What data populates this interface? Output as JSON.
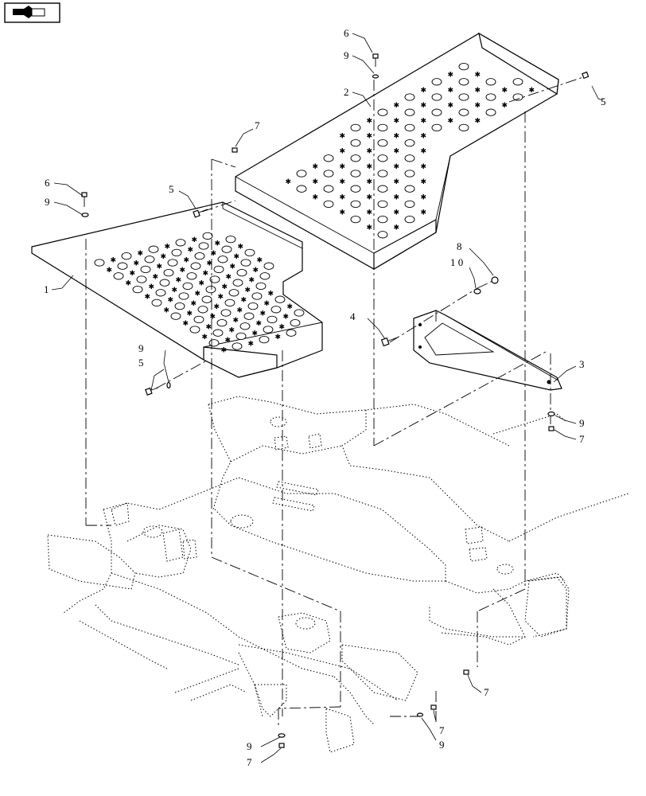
{
  "toolbar": {
    "icon": "page-arrow-icon"
  },
  "callouts": [
    {
      "id": "c1",
      "text": "1"
    },
    {
      "id": "c2",
      "text": "2"
    },
    {
      "id": "c3",
      "text": "3"
    },
    {
      "id": "c4",
      "text": "4"
    },
    {
      "id": "c5a",
      "text": "5"
    },
    {
      "id": "c5b",
      "text": "5"
    },
    {
      "id": "c5c",
      "text": "5"
    },
    {
      "id": "c6a",
      "text": "6"
    },
    {
      "id": "c6b",
      "text": "6"
    },
    {
      "id": "c7a",
      "text": "7"
    },
    {
      "id": "c7b",
      "text": "7"
    },
    {
      "id": "c7c",
      "text": "7"
    },
    {
      "id": "c7d",
      "text": "7"
    },
    {
      "id": "c7e",
      "text": "7"
    },
    {
      "id": "c8",
      "text": "8"
    },
    {
      "id": "c9a",
      "text": "9"
    },
    {
      "id": "c9b",
      "text": "9"
    },
    {
      "id": "c9c",
      "text": "9"
    },
    {
      "id": "c9d",
      "text": "9"
    },
    {
      "id": "c9e",
      "text": "9"
    },
    {
      "id": "c9f",
      "text": "9"
    },
    {
      "id": "c10",
      "text": "1 0"
    }
  ]
}
